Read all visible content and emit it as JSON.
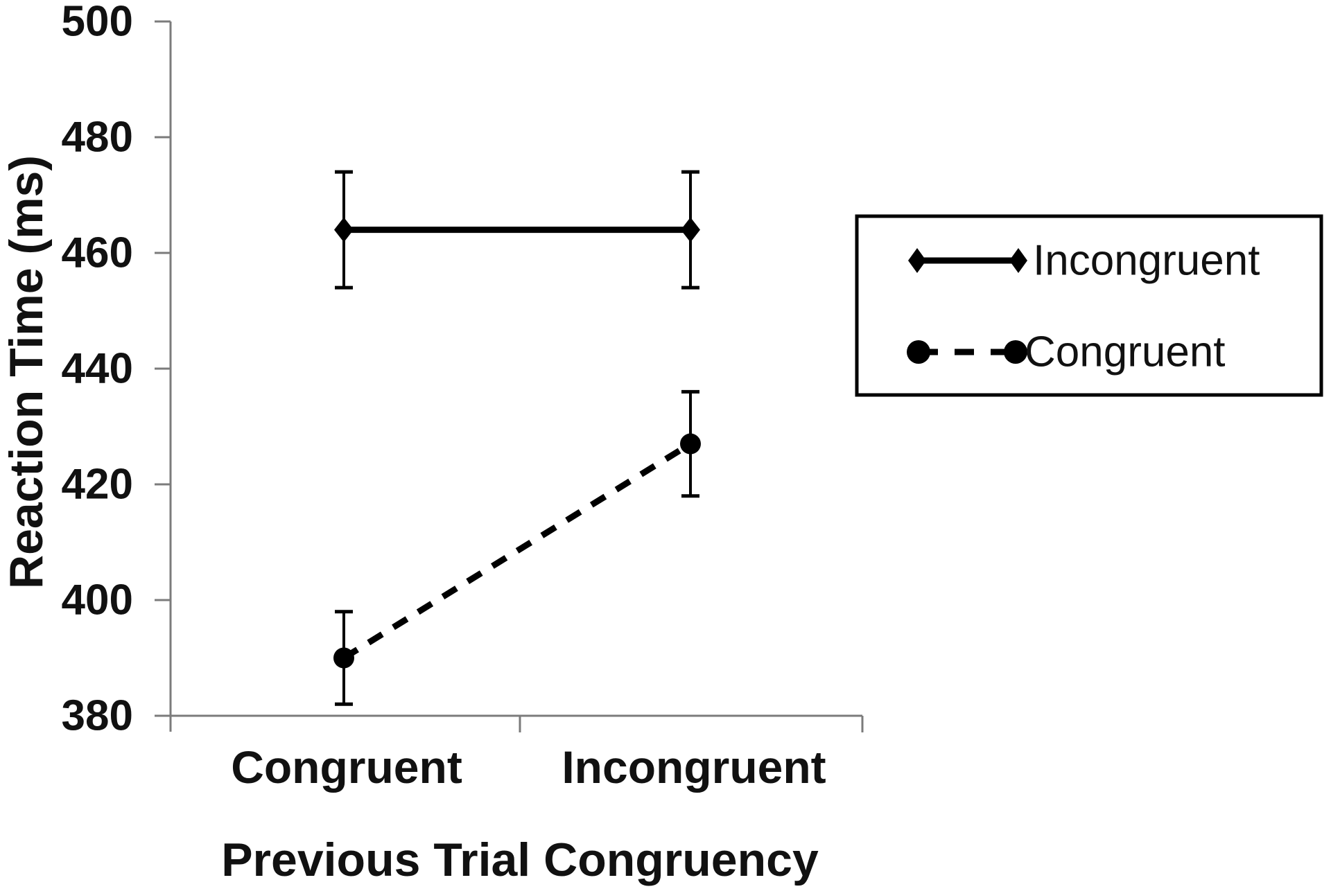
{
  "chart_data": {
    "type": "line",
    "title": "",
    "xlabel": "Previous Trial Congruency",
    "ylabel": "Reaction Time (ms)",
    "categories": [
      "Congruent",
      "Incongruent"
    ],
    "ylim": [
      380,
      500
    ],
    "y_ticks": [
      380,
      400,
      420,
      440,
      460,
      480,
      500
    ],
    "grid": false,
    "legend_position": "right",
    "series": [
      {
        "name": "Incongruent",
        "values": [
          464,
          464
        ],
        "error_low": [
          454,
          454
        ],
        "error_high": [
          474,
          474
        ],
        "line_style": "solid",
        "marker": "diamond",
        "color": "#000000"
      },
      {
        "name": "Congruent",
        "values": [
          390,
          427
        ],
        "error_low": [
          382,
          418
        ],
        "error_high": [
          398,
          436
        ],
        "line_style": "dashed",
        "marker": "circle",
        "color": "#000000"
      }
    ],
    "axis_color": "#7b7b7b",
    "text_color": "#111111",
    "background": "#ffffff"
  }
}
